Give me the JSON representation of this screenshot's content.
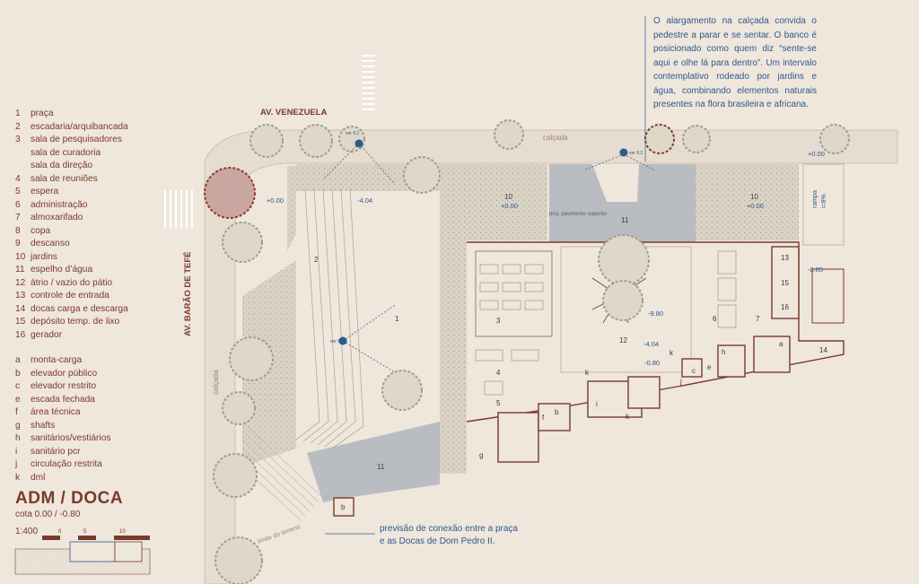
{
  "legend": {
    "numbered": [
      {
        "k": "1",
        "v": "praça"
      },
      {
        "k": "2",
        "v": "escadaria/arquibancada"
      },
      {
        "k": "3",
        "v": "sala de pesquisadores"
      },
      {
        "k": "",
        "v": "sala de curadoria"
      },
      {
        "k": "",
        "v": "sala da direção"
      },
      {
        "k": "4",
        "v": "sala de reuniões"
      },
      {
        "k": "5",
        "v": "espera"
      },
      {
        "k": "6",
        "v": "administração"
      },
      {
        "k": "7",
        "v": "almoxarifado"
      },
      {
        "k": "8",
        "v": "copa"
      },
      {
        "k": "9",
        "v": "descanso"
      },
      {
        "k": "10",
        "v": "jardins"
      },
      {
        "k": "11",
        "v": "espelho d’água"
      },
      {
        "k": "12",
        "v": "átrio / vazio do pátio"
      },
      {
        "k": "13",
        "v": "controle de entrada"
      },
      {
        "k": "14",
        "v": "docas carga e descarga"
      },
      {
        "k": "15",
        "v": "depósito temp. de lixo"
      },
      {
        "k": "16",
        "v": "gerador"
      }
    ],
    "lettered": [
      {
        "k": "a",
        "v": "monta-carga"
      },
      {
        "k": "b",
        "v": "elevador público"
      },
      {
        "k": "c",
        "v": "elevador restrito"
      },
      {
        "k": "e",
        "v": "escada fechada"
      },
      {
        "k": "f",
        "v": "área técnica"
      },
      {
        "k": "g",
        "v": "shafts"
      },
      {
        "k": "h",
        "v": "sanitários/vestiários"
      },
      {
        "k": "i",
        "v": "sanitário pcr"
      },
      {
        "k": "j",
        "v": "circulação restrita"
      },
      {
        "k": "k",
        "v": "dml"
      }
    ]
  },
  "title": {
    "main": "ADM / DOCA",
    "cota": "cota 0.00 / -0.80",
    "scale": "1:400",
    "scale_ticks": [
      "0",
      "5",
      "10"
    ]
  },
  "notes": {
    "top": "O alargamento na calçada convida o pedestre a parar e se sentar. O banco é posicionado como quem diz “sente-se aqui e olhe lá para dentro”. Um intervalo contemplativo rodeado por jardins e água, combinando elementos naturais presentes na flora brasileira e africana.",
    "bottom_line1": "previsão de conexão entre a praça",
    "bottom_line2": "e as Docas de Dom Pedro II."
  },
  "plan": {
    "street_top": "AV. VENEZUELA",
    "street_left": "AV. BARÃO DE TEFÉ",
    "calcada_top": "calçada",
    "calcada_left": "calçada",
    "limite": "limite do terreno",
    "proj": "proj. pavimento superior",
    "rampa": "rampa",
    "rampa_pct": "i=8%",
    "levels": {
      "l1": "+0.00",
      "l2": "-4.04",
      "l3": "+0.00",
      "l4": "+0.00",
      "l5": "+0.00",
      "l6": "-0.85",
      "l7": "-9.80",
      "l8": "-4.04",
      "l9": "-0.80"
    },
    "marks": {
      "ver1": "ver\nfl.2",
      "ver2": "ver fl.2",
      "ver3": "ver fl.2"
    },
    "room_nums": {
      "n1": "1",
      "n2": "2",
      "n3": "3",
      "n4": "4",
      "n5": "5",
      "n6": "6",
      "n7": "7",
      "n10a": "10",
      "n10b": "10",
      "n11a": "11",
      "n11b": "11",
      "n12": "12",
      "n13": "13",
      "n14": "14",
      "n15": "15",
      "n16": "16"
    },
    "room_letters": {
      "a": "a",
      "b1": "b",
      "b2": "b",
      "c": "c",
      "e": "e",
      "f": "f",
      "g": "g",
      "h": "h",
      "i": "i",
      "j": "j",
      "k1": "k",
      "k2": "k",
      "k3": "k"
    }
  },
  "colors": {
    "background": "#efe6dc",
    "wall": "#7a3a2a",
    "water": "#b9bcc0",
    "garden": "#dcd6c8",
    "tree": "#9aa28a",
    "tree_red": "#8a3a2a",
    "note_blue": "#2c5a8c"
  }
}
